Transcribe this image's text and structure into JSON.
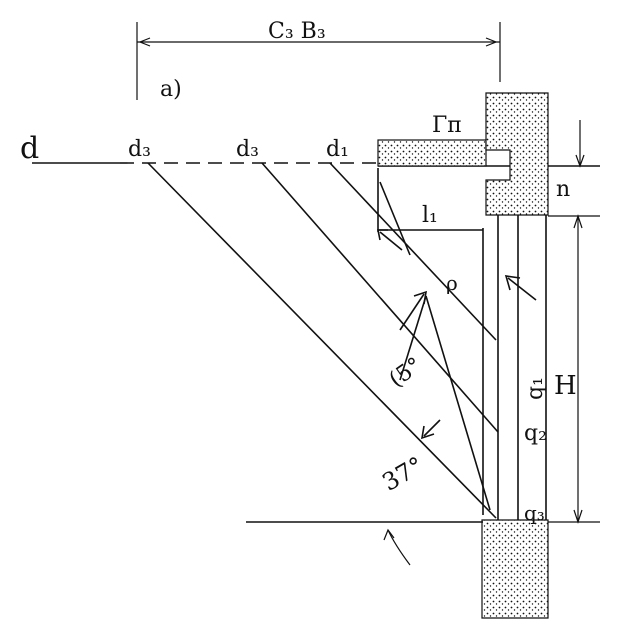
{
  "labels": {
    "dimension_top": "C₃ B₃",
    "part": "a)",
    "level_line": "d",
    "d3": "d₃",
    "d2": "d₃",
    "d1": "d₁",
    "slab": "Γп",
    "n": "n",
    "l1": "l₁",
    "p": "ρ",
    "h_total": "H",
    "q1": "q₁",
    "q2": "q₂",
    "q3": "q₃",
    "angle_upper": "(5°",
    "angle_lower": "37°"
  },
  "colors": {
    "ink": "#111111",
    "paper": "#ffffff"
  }
}
